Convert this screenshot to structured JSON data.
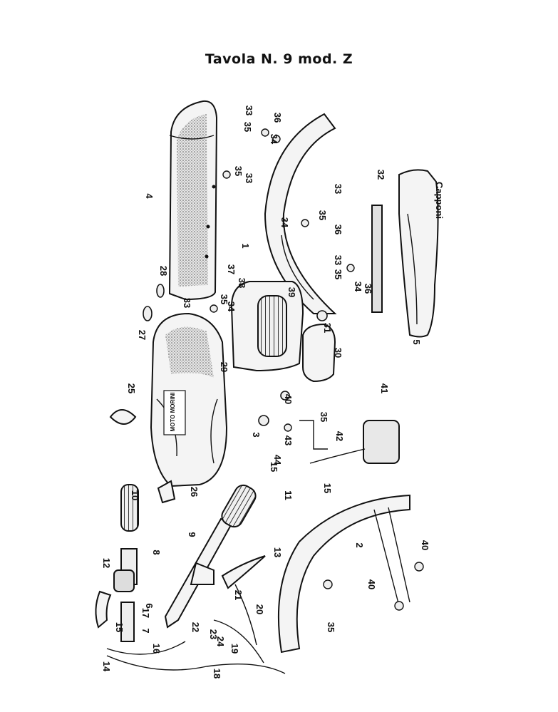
{
  "title": "Tavola N. 9 mod. Z",
  "signature": "Capponi",
  "badge_text": "MOTO MORINI",
  "part_labels": [
    "1",
    "2",
    "3",
    "4",
    "5",
    "6",
    "7",
    "8",
    "9",
    "10",
    "11",
    "12",
    "13",
    "14",
    "15",
    "15",
    "15",
    "16",
    "17",
    "18",
    "19",
    "20",
    "21",
    "22",
    "23",
    "24",
    "25",
    "26",
    "27",
    "28",
    "29",
    "30",
    "31",
    "32",
    "33",
    "33",
    "33",
    "33",
    "33",
    "34",
    "34",
    "34",
    "34",
    "35",
    "35",
    "35",
    "35",
    "35",
    "35",
    "35",
    "36",
    "36",
    "36",
    "37",
    "38",
    "39",
    "40",
    "40",
    "40",
    "41",
    "42",
    "43",
    "44"
  ]
}
